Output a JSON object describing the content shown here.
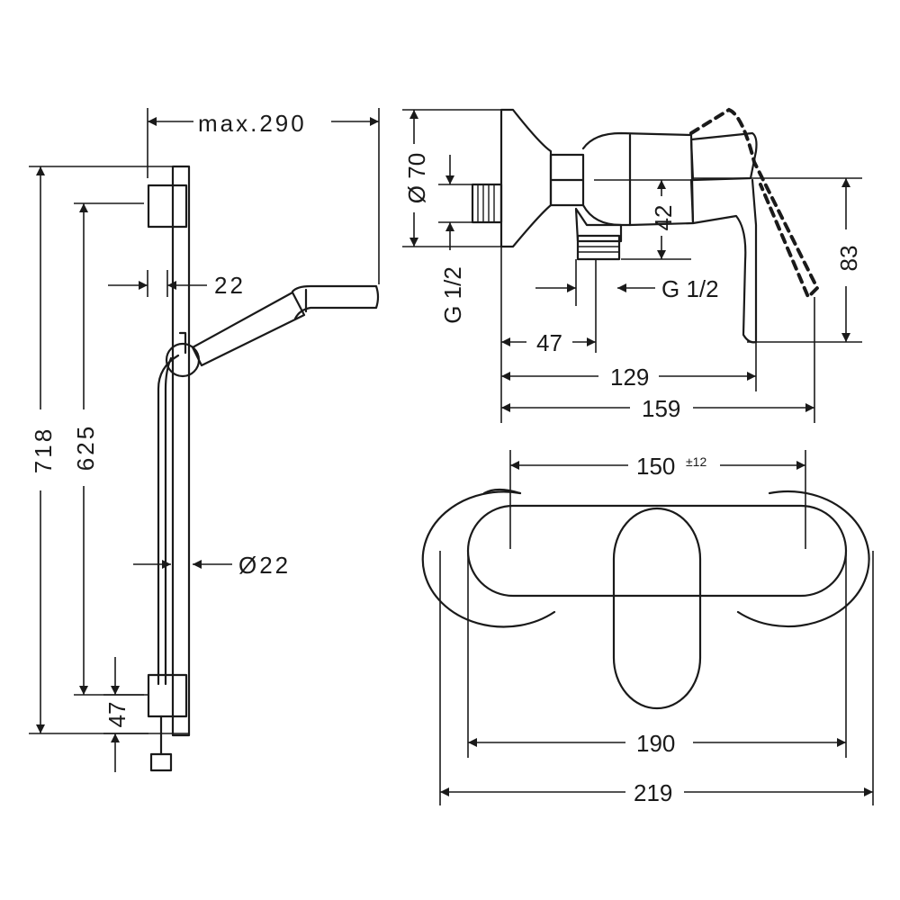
{
  "dimensions": {
    "max_290": "max.290",
    "d22_small": "22",
    "d718": "718",
    "d625": "625",
    "dia22": "Ø22",
    "d47_rail": "47",
    "dia70": "Ø 70",
    "g12_left": "G 1/2",
    "d42": "42",
    "g12_right": "G 1/2",
    "d83": "83",
    "d47_mixer": "47",
    "d129": "129",
    "d159": "159",
    "d150": "150",
    "d150_tol": "±12",
    "d190": "190",
    "d219": "219"
  }
}
